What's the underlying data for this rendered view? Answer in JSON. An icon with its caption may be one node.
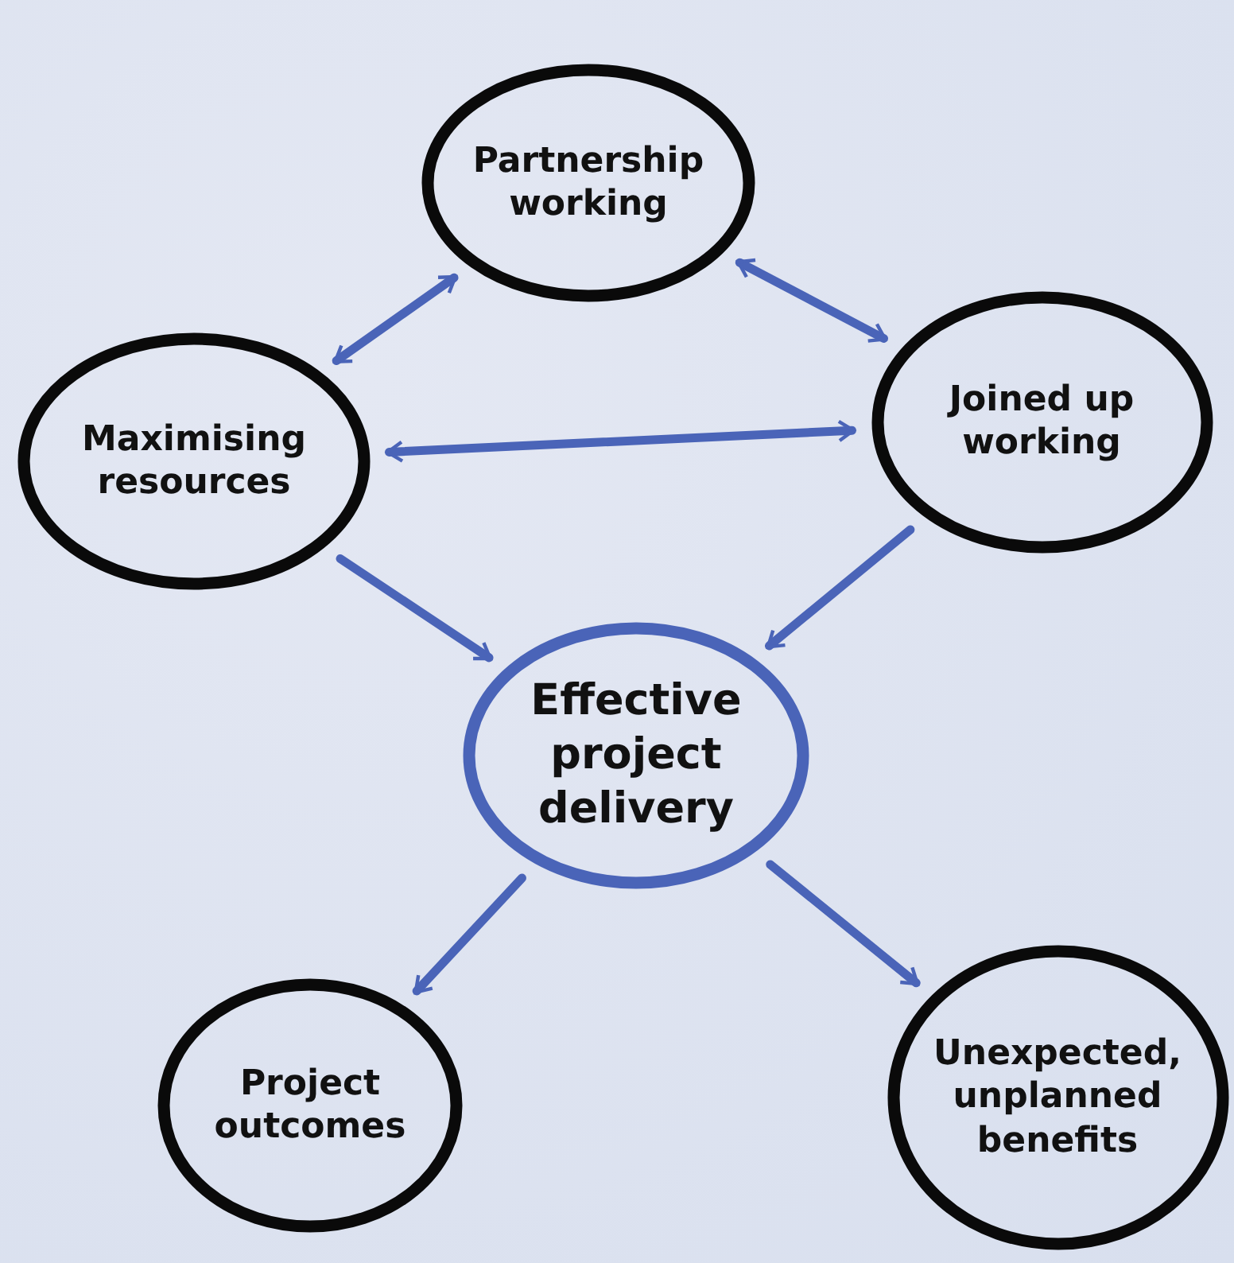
{
  "diagram": {
    "nodes": [
      {
        "text": [
          "Partnership working"
        ]
      },
      {
        "text": [
          "Maximising resources"
        ]
      },
      {
        "text": [
          "Joined up working"
        ]
      },
      {
        "text": [
          "Effective project delivery"
        ]
      },
      {
        "text": [
          "Project outcomes"
        ]
      },
      {
        "text": [
          "Unexpected, unplanned benefits"
        ]
      }
    ],
    "edges": [
      {
        "from": 0,
        "to": 1,
        "arrow": "both"
      },
      {
        "from": 0,
        "to": 2,
        "arrow": "both"
      },
      {
        "from": 1,
        "to": 2,
        "arrow": "both"
      },
      {
        "from": 1,
        "to": 3,
        "arrow": "to"
      },
      {
        "from": 2,
        "to": 3,
        "arrow": "to"
      },
      {
        "from": 3,
        "to": 4,
        "arrow": "to"
      },
      {
        "from": 3,
        "to": 5,
        "arrow": "to"
      }
    ]
  }
}
